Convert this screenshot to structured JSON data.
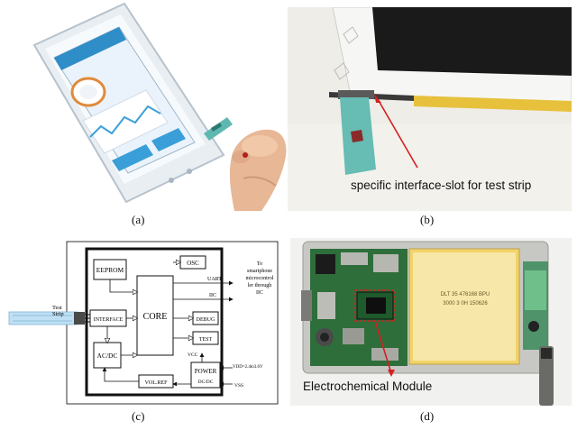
{
  "captions": {
    "a": "(a)",
    "b": "(b)",
    "c": "(c)",
    "d": "(d)"
  },
  "panel_b": {
    "annotation": "specific interface-slot for test strip"
  },
  "panel_c": {
    "eeprom": "EEPROM",
    "osc": "OSC",
    "core": "CORE",
    "interface": "INTERFACE",
    "acdc": "AC/DC",
    "debug": "DEBUG",
    "test": "TEST",
    "power": "POWER",
    "dcdc": "DC/DC",
    "volref": "VOL.REF",
    "uart": "UART",
    "iic": "IIC",
    "vcc": "VCC",
    "vdd": "VDD=2.4to3.6V",
    "vss": "VSS",
    "test_strip_line1": "Test",
    "test_strip_line2": "Strip",
    "smartphone_line1": "To",
    "smartphone_line2": "smartphone",
    "smartphone_line3": "microcontrol",
    "smartphone_line4": "ler through",
    "smartphone_line5": "IIC"
  },
  "panel_d": {
    "annotation": "Electrochemical Module",
    "chip_text_line1": "DLT 35 476168 BPU",
    "chip_text_line2": "3000 3 0H 150626"
  },
  "colors": {
    "annotation_arrow": "#d42020",
    "phone_screen": "#2f8ec8",
    "strip_teal": "#5fb8b0",
    "pcb_green": "#2e6e3a"
  }
}
